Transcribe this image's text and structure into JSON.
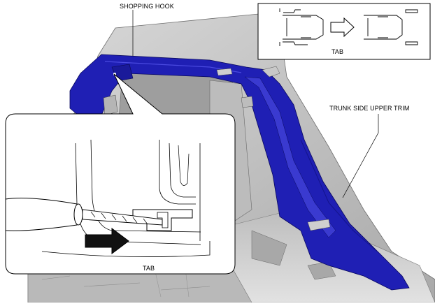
{
  "labels": {
    "shopping_hook": "SHOPPING HOOK",
    "trunk_side_upper_trim": "TRUNK SIDE UPPER TRIM",
    "tab_inset": "TAB",
    "tab_detail": "TAB"
  },
  "colors": {
    "trim_blue": "#1f1fb4",
    "trim_blue_dark": "#14148c",
    "body_gray": "#c9c9c9",
    "body_gray_dark": "#8a8a8a",
    "line": "#000000",
    "background": "#ffffff"
  },
  "icons": {
    "push_arrow": "black-arrow-right",
    "state_arrow": "outline-arrow-right",
    "tool": "flat-screwdriver"
  }
}
